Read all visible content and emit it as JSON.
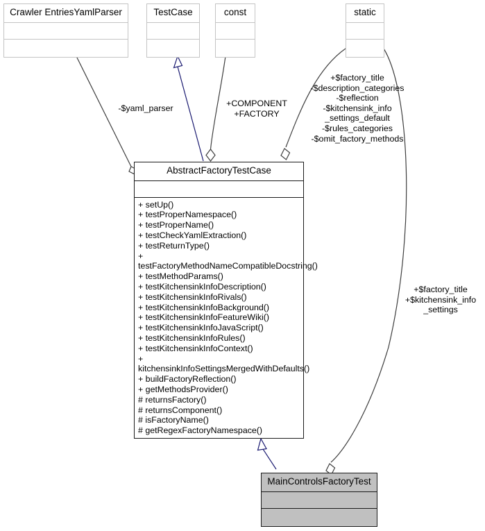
{
  "diagram": {
    "type": "uml-class-diagram",
    "background": "#ffffff",
    "line_color": "#3d3d3d",
    "inherit_color": "#191970",
    "focus_fill": "#c0c0c0"
  },
  "classes": {
    "crawler_entries_yaml_parser": {
      "title": "Crawler EntriesYamlParser",
      "attributes": [],
      "methods": []
    },
    "test_case": {
      "title": "TestCase",
      "attributes": [],
      "methods": []
    },
    "const": {
      "title": "const",
      "attributes": [],
      "methods": []
    },
    "static": {
      "title": "static",
      "attributes": [],
      "methods": []
    },
    "abstract_factory_test_case": {
      "title": "AbstractFactoryTestCase",
      "attributes": [],
      "methods": [
        "+ setUp()",
        "+ testProperNamespace()",
        "+ testProperName()",
        "+ testCheckYamlExtraction()",
        "+ testReturnType()",
        "+ testFactoryMethodNameCompatibleDocstring()",
        "+ testMethodParams()",
        "+ testKitchensinkInfoDescription()",
        "+ testKitchensinkInfoRivals()",
        "+ testKitchensinkInfoBackground()",
        "+ testKitchensinkInfoFeatureWiki()",
        "+ testKitchensinkInfoJavaScript()",
        "+ testKitchensinkInfoRules()",
        "+ testKitchensinkInfoContext()",
        "+ kitchensinkInfoSettingsMergedWithDefaults()",
        "+ buildFactoryReflection()",
        "+ getMethodsProvider()",
        "# returnsFactory()",
        "# returnsComponent()",
        "# isFactoryName()",
        "# getRegexFactoryNamespace()"
      ]
    },
    "main_controls_factory_test": {
      "title": "MainControlsFactoryTest",
      "attributes": [],
      "methods": []
    }
  },
  "edge_labels": {
    "yaml_parser": "-$yaml_parser",
    "const_members": "+COMPONENT\n+FACTORY",
    "static_members_left": "+$factory_title\n-$description_categories\n-$reflection\n-$kitchensink_info\n_settings_default\n-$rules_categories\n-$omit_factory_methods",
    "static_members_right": "+$factory_title\n+$kitchensink_info\n_settings"
  }
}
